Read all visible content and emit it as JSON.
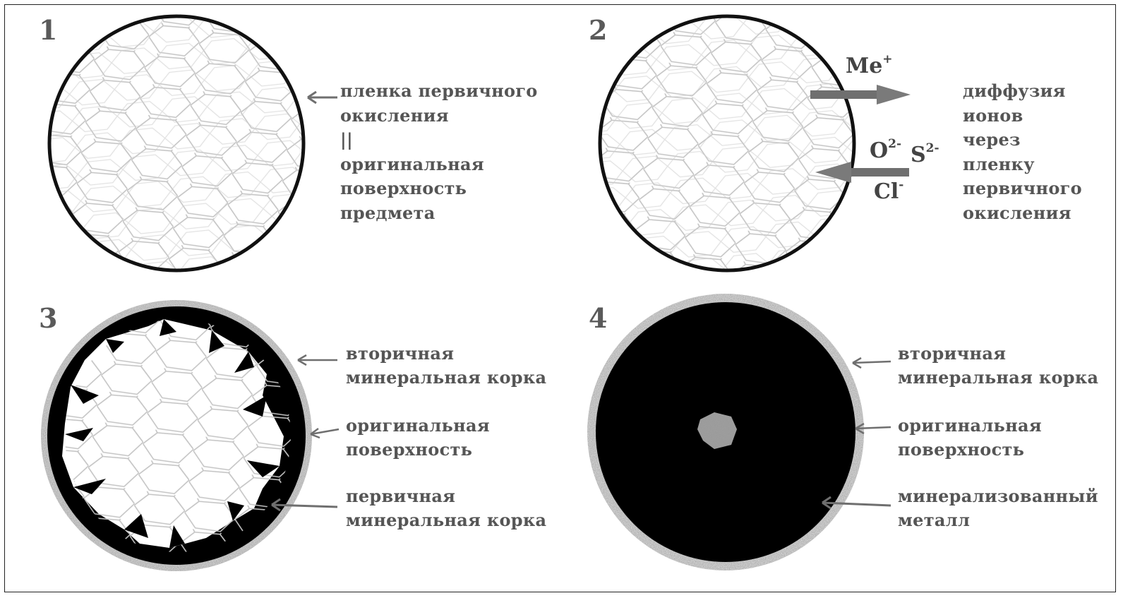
{
  "panels": [
    {
      "number": "1",
      "labels": [
        "пленка первичного\nокисления\n||\nоригинальная\nповерхность\nпредмета"
      ]
    },
    {
      "number": "2",
      "ions": {
        "metal": "Me",
        "metal_charge": "+",
        "oxygen": "O",
        "oxygen_charge": "2-",
        "sulfur": "S",
        "sulfur_charge": "2-",
        "chlorine": "Cl",
        "chlorine_charge": "-"
      },
      "labels": [
        "диффузия\nионов\nчерез\nпленку\nпервичного\nокисления"
      ]
    },
    {
      "number": "3",
      "labels": [
        "вторичная\nминеральная корка",
        "оригинальная\nповерхность",
        "первичная\nминеральная корка"
      ]
    },
    {
      "number": "4",
      "labels": [
        "вторичная\nминеральная корка",
        "оригинальная\nповерхность",
        "минерализованный\nметалл"
      ]
    }
  ],
  "colors": {
    "outline": "#111111",
    "texture": "#c8c8c8",
    "arrow": "#6f6f6f",
    "text": "#555555",
    "crust": "#8a8a8a"
  }
}
